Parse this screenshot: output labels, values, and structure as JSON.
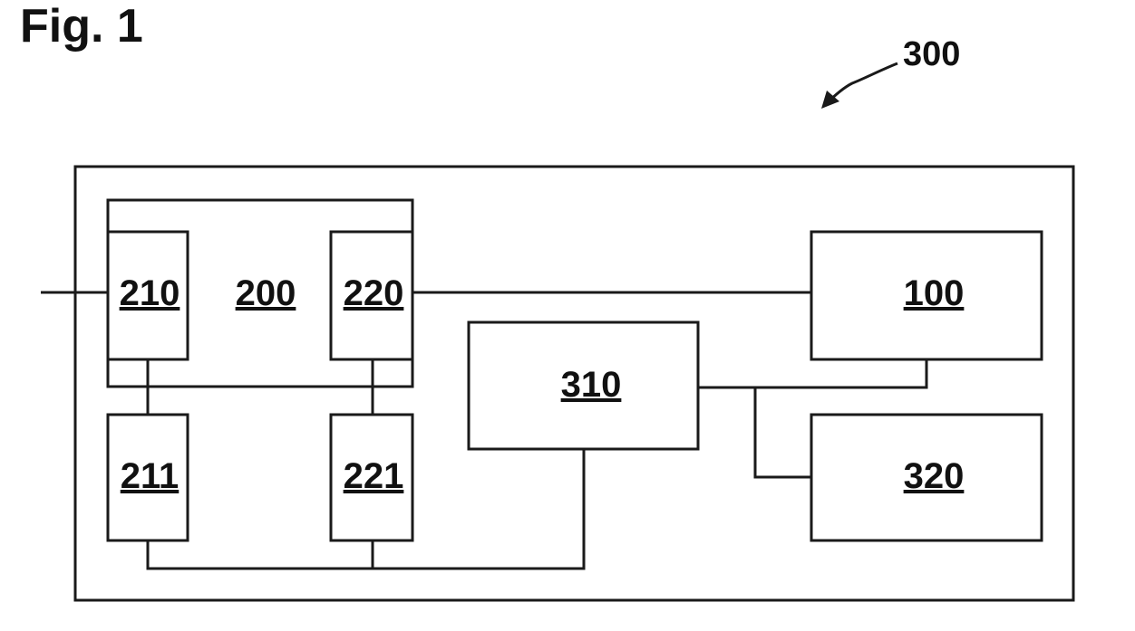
{
  "figure": {
    "title": "Fig. 1",
    "reference": "300"
  },
  "blocks": {
    "b200": "200",
    "b210": "210",
    "b220": "220",
    "b211": "211",
    "b221": "221",
    "b310": "310",
    "b100": "100",
    "b320": "320"
  },
  "colors": {
    "line": "#1a1a1a",
    "background": "#ffffff"
  }
}
